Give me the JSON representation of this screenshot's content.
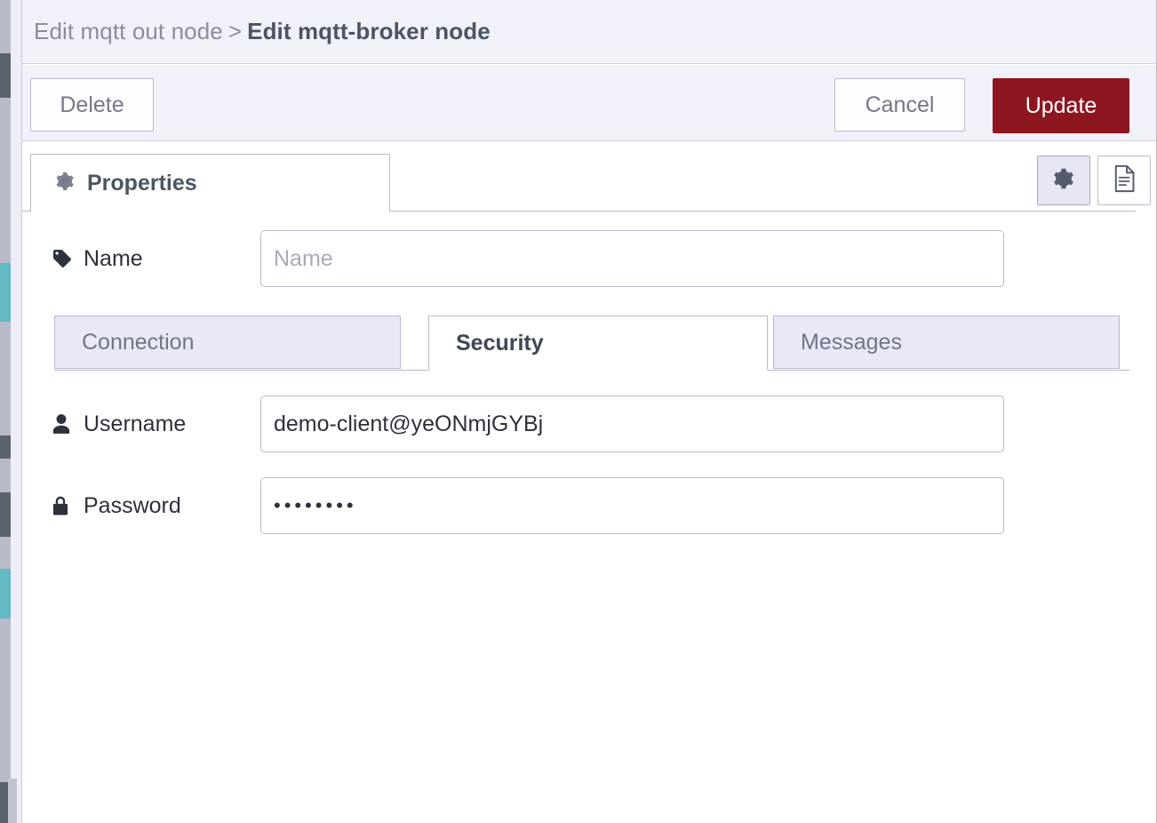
{
  "header": {
    "breadcrumb_parent": "Edit mqtt out node",
    "breadcrumb_separator": ">",
    "breadcrumb_current": "Edit mqtt-broker node"
  },
  "toolbar": {
    "delete_label": "Delete",
    "cancel_label": "Cancel",
    "update_label": "Update",
    "update_color": "#8e1620"
  },
  "tabs": {
    "main_tab_label": "Properties",
    "main_tab_icon": "gear-icon",
    "icon_buttons": [
      {
        "name": "gear-icon",
        "active": true
      },
      {
        "name": "document-icon",
        "active": false
      }
    ]
  },
  "form": {
    "name": {
      "label": "Name",
      "icon": "tag-icon",
      "value": "",
      "placeholder": "Name"
    },
    "username": {
      "label": "Username",
      "icon": "user-icon",
      "value": "demo-client@yeONmjGYBj",
      "placeholder": ""
    },
    "password": {
      "label": "Password",
      "icon": "lock-icon",
      "value": "••••••••",
      "placeholder": ""
    }
  },
  "subtabs": [
    {
      "label": "Connection",
      "active": false
    },
    {
      "label": "Security",
      "active": true
    },
    {
      "label": "Messages",
      "active": false
    }
  ]
}
